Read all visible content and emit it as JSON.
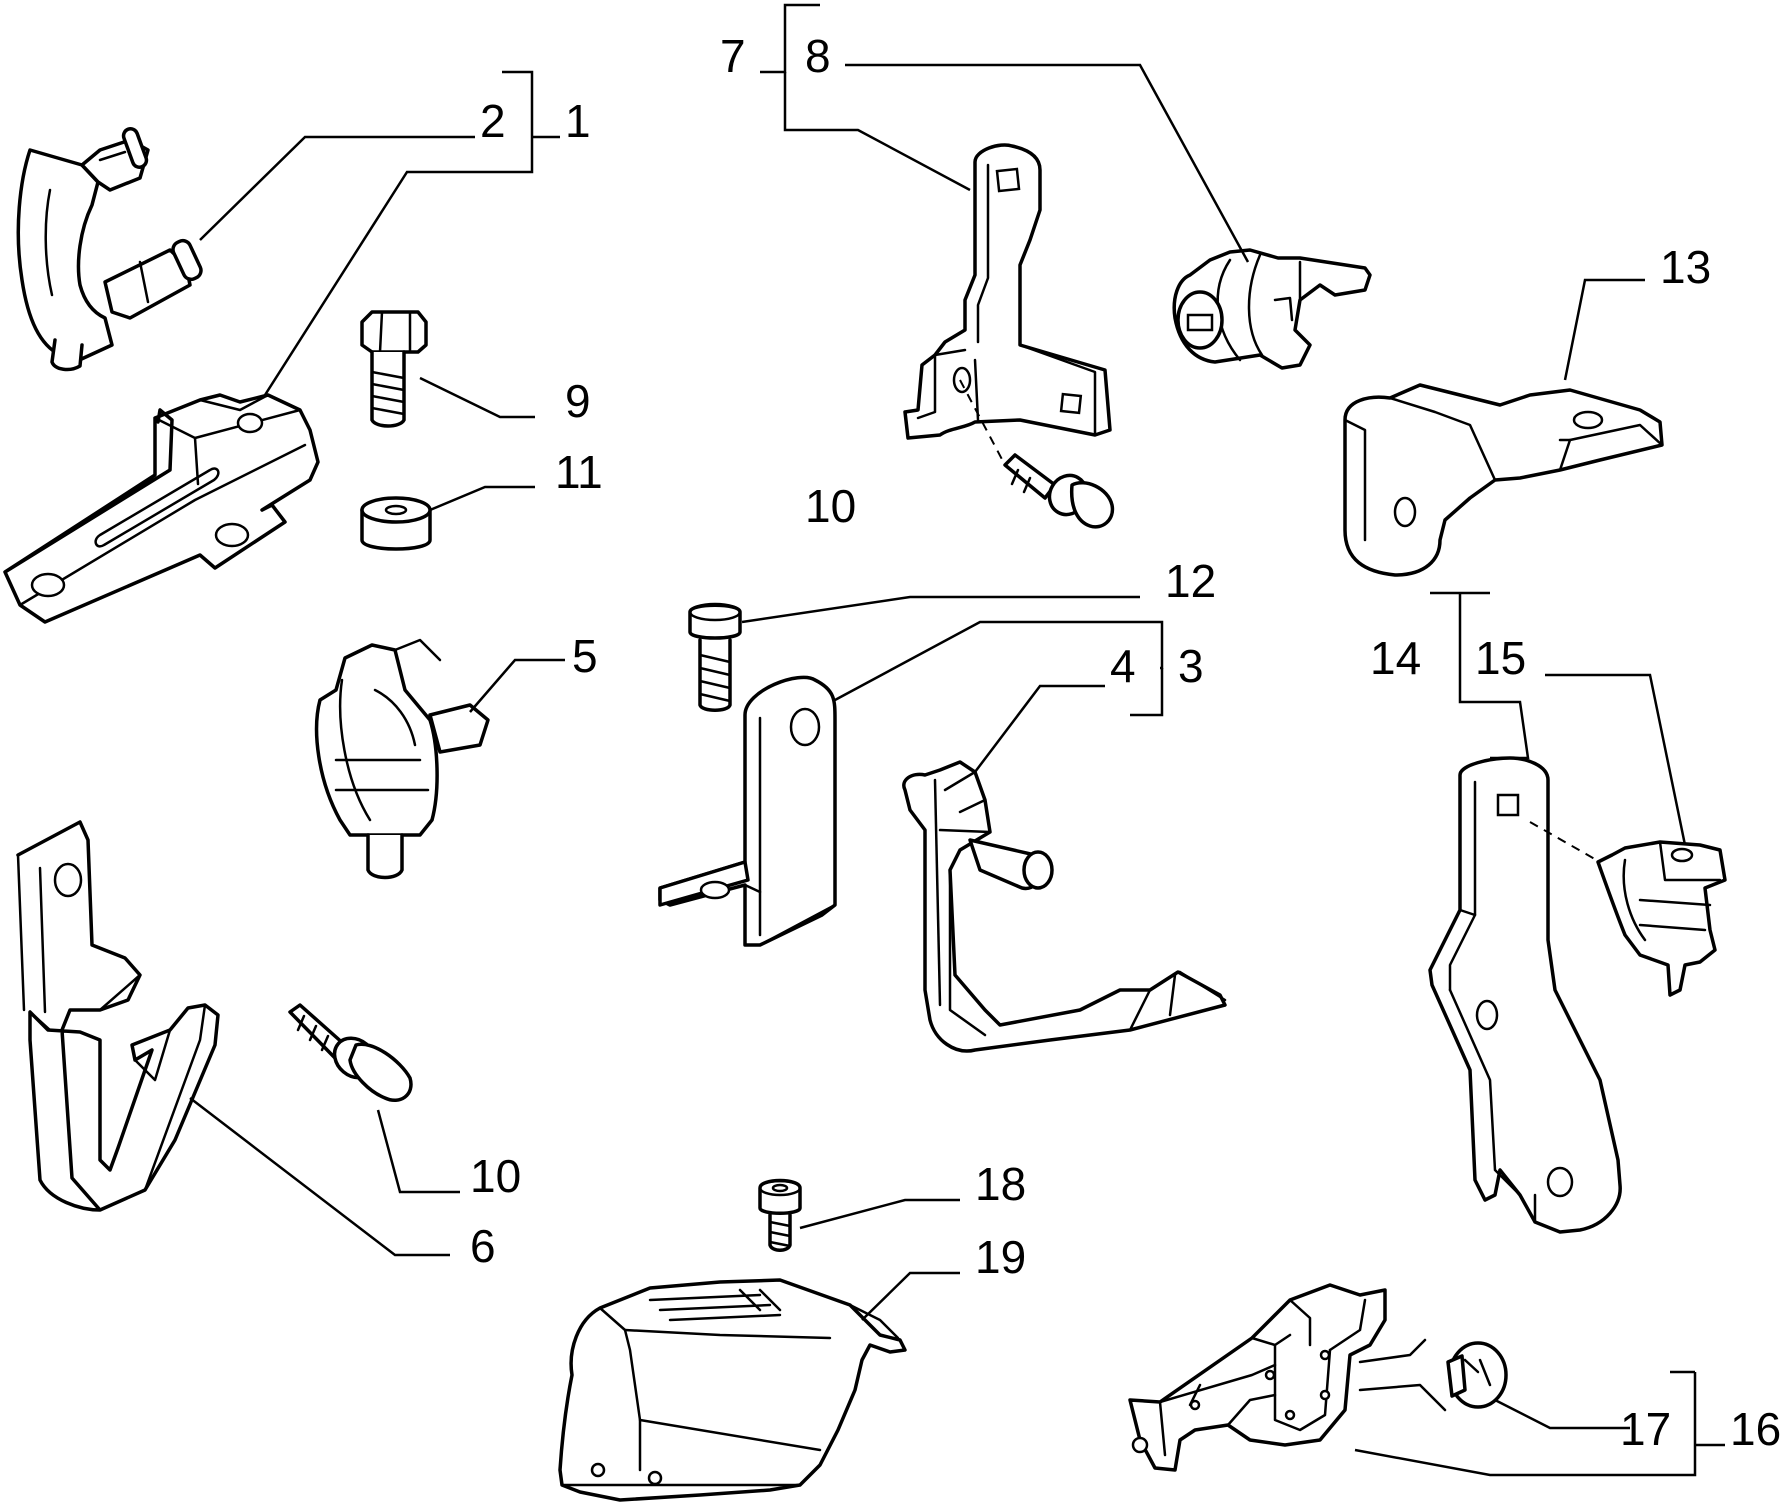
{
  "callouts": {
    "c1": "1",
    "c2": "2",
    "c3": "3",
    "c4": "4",
    "c5": "5",
    "c6": "6",
    "c7": "7",
    "c8": "8",
    "c9": "9",
    "c10a": "10",
    "c10b": "10",
    "c11": "11",
    "c12": "12",
    "c13": "13",
    "c14": "14",
    "c15": "15",
    "c16": "16",
    "c17": "17",
    "c18": "18",
    "c19": "19"
  },
  "colors": {
    "line": "#000000",
    "background": "#ffffff"
  }
}
